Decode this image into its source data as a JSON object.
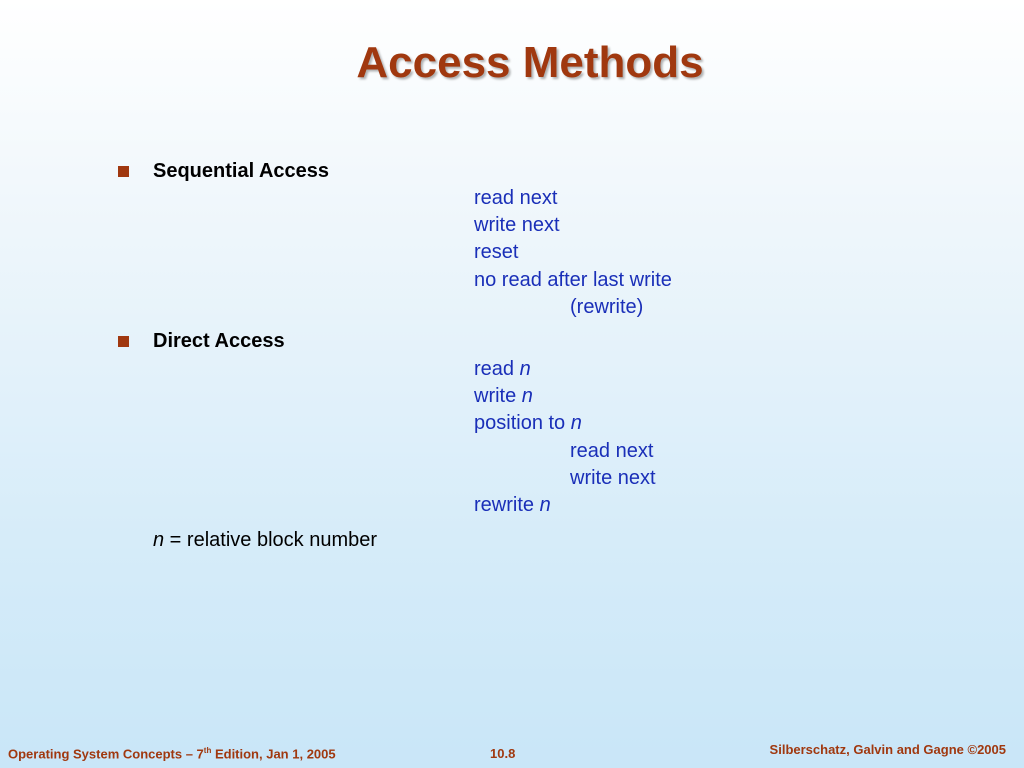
{
  "title": "Access Methods",
  "sections": [
    {
      "heading": "Sequential Access",
      "ops": [
        "read next",
        "write next",
        "reset",
        "no read after last write",
        "(rewrite)"
      ]
    },
    {
      "heading": "Direct Access",
      "ops_prefix": [
        "read",
        "write",
        "position to"
      ],
      "var": "n",
      "ops_nested": [
        "read next",
        "write next"
      ],
      "op_last_prefix": "rewrite"
    }
  ],
  "note": {
    "var": "n",
    "text": " = relative block number"
  },
  "footer": {
    "left_pre": "Operating System Concepts – 7",
    "left_sup": "th",
    "left_post": " Edition, Jan 1, 2005",
    "center": "10.8",
    "right": "Silberschatz, Galvin and Gagne ©2005"
  },
  "colors": {
    "title": "#a0380f",
    "ops": "#1a2fb8"
  }
}
